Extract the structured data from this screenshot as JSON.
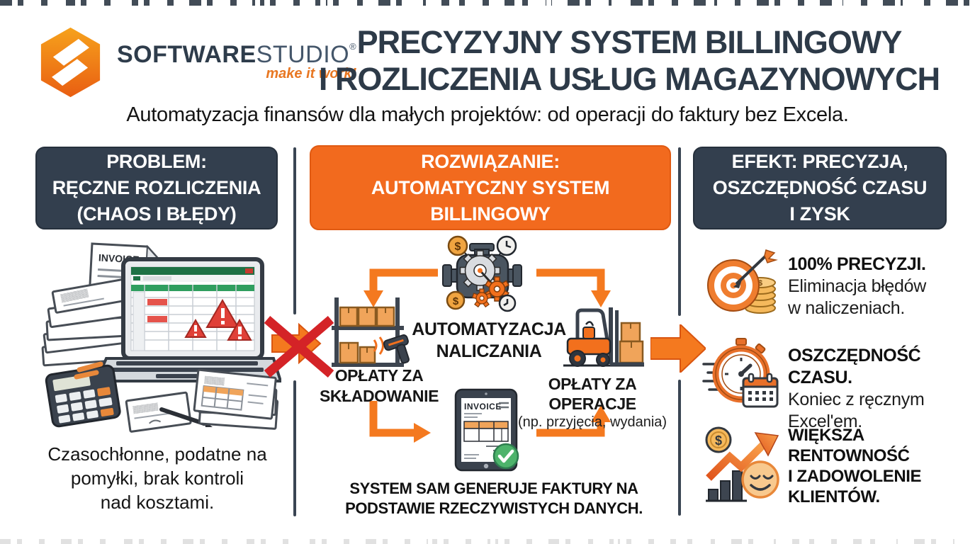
{
  "brand": {
    "name_bold": "SOFTWARE",
    "name_light": "STUDIO",
    "registered": "®",
    "tagline": "make it work!"
  },
  "header": {
    "title_line1": "PRECYZYJNY SYSTEM BILLINGOWY",
    "title_line2": "I ROZLICZENIA USŁUG MAGAZYNOWYCH",
    "subtitle": "Automatyzacja finansów dla małych projektów: od operacji do faktury bez Excela."
  },
  "problem": {
    "header_lines": [
      "PROBLEM:",
      "RĘCZNE ROZLICZENIA",
      "(CHAOS I BŁĘDY)"
    ],
    "invoice_label": "INVOICE",
    "caption_lines": [
      "Czasochłonne, podatne na",
      "pomyłki, brak kontroli",
      "nad kosztami."
    ]
  },
  "solution": {
    "header_lines": [
      "ROZWIĄZANIE:",
      "AUTOMATYCZNY SYSTEM",
      "BILLINGOWY"
    ],
    "center_label_lines": [
      "AUTOMATYZACJA",
      "NALICZANIA"
    ],
    "left_label_lines": [
      "OPŁATY ZA",
      "SKŁADOWANIE"
    ],
    "right_label_lines": [
      "OPŁATY ZA",
      "OPERACJE"
    ],
    "right_label_sub": "(np. przyjęcia, wydania)",
    "invoice_label": "INVOICE",
    "caption_lines": [
      "SYSTEM SAM GENERUJE FAKTURY NA",
      "PODSTAWIE RZECZYWISTYCH DANYCH."
    ],
    "coin_symbol": "$"
  },
  "effect": {
    "header_lines": [
      "EFEKT: PRECYZJA,",
      "OSZCZĘDNOŚĆ CZASU",
      "I ZYSK"
    ],
    "benefits": [
      {
        "title": "100% PRECYZJI.",
        "desc_lines": [
          "Eliminacja błędów",
          "w naliczeniach."
        ]
      },
      {
        "title": "OSZCZĘDNOŚĆ CZASU.",
        "desc_lines": [
          "Koniec z ręcznym",
          "Excel'em."
        ]
      },
      {
        "title_lines": [
          "WIĘKSZA",
          "RENTOWNOŚĆ",
          "I ZADOWOLENIE",
          "KLIENTÓW."
        ]
      }
    ],
    "coin_symbol": "$"
  },
  "colors": {
    "accent_orange": "#F26A1E",
    "arrow_orange": "#F4791F",
    "dark_slate": "#333F4E",
    "alert_red": "#D42327",
    "success_green": "#4DB36B",
    "excel_green": "#1E7145",
    "title_navy": "#2D3A48"
  }
}
